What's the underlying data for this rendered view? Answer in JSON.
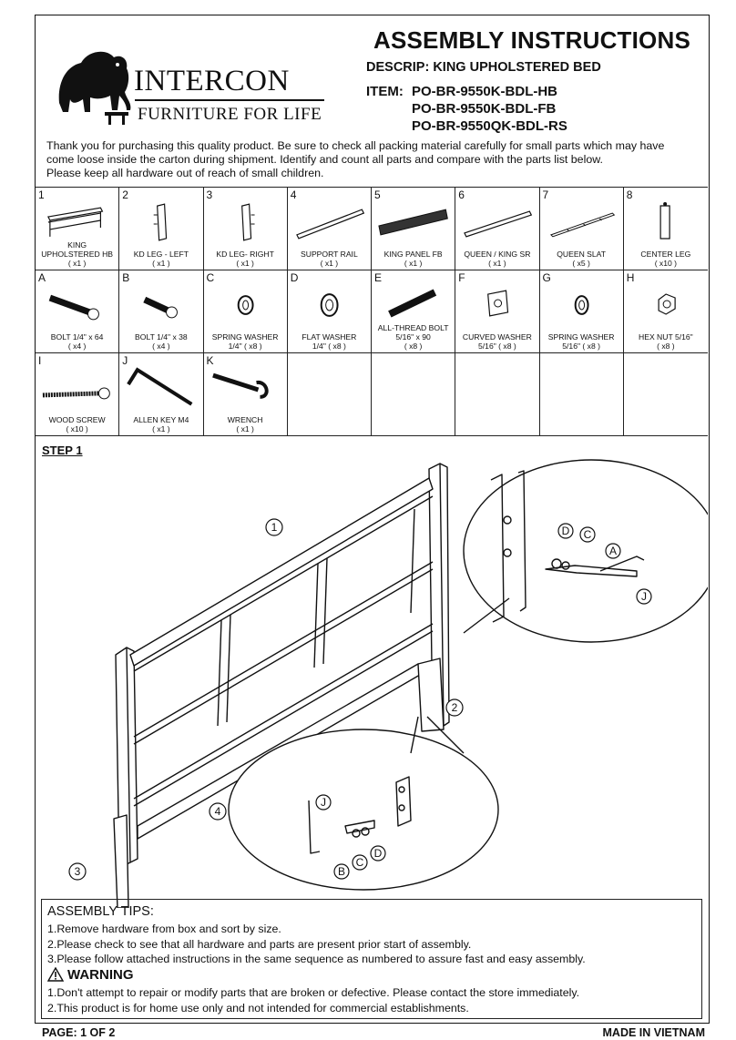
{
  "header": {
    "brand_name": "INTERCON",
    "brand_tagline": "FURNITURE FOR LIFE",
    "title": "ASSEMBLY INSTRUCTIONS",
    "description": "DESCRIP: KING UPHOLSTERED BED",
    "item_label": "ITEM:",
    "item_codes": [
      "PO-BR-9550K-BDL-HB",
      "PO-BR-9550K-BDL-FB",
      "PO-BR-9550QK-BDL-RS"
    ]
  },
  "intro": {
    "line1": "Thank you for purchasing this quality product. Be sure to check all packing material carefully for small parts which may have",
    "line2": "come loose inside the carton during shipment. Identify and count all parts and compare with the parts list below.",
    "line3": "Please keep all hardware out of reach of small children."
  },
  "parts": {
    "row1": [
      {
        "id": "1",
        "name": "KING\nUPHOLSTERED HB",
        "qty": "( x1 )",
        "icon": "headboard-icon"
      },
      {
        "id": "2",
        "name": "KD LEG - LEFT",
        "qty": "( x1 )",
        "icon": "kd-leg-left-icon"
      },
      {
        "id": "3",
        "name": "KD LEG- RIGHT",
        "qty": "( x1 )",
        "icon": "kd-leg-right-icon"
      },
      {
        "id": "4",
        "name": "SUPPORT RAIL",
        "qty": "( x1 )",
        "icon": "support-rail-icon"
      },
      {
        "id": "5",
        "name": "KING PANEL FB",
        "qty": "( x1 )",
        "icon": "panel-footboard-icon"
      },
      {
        "id": "6",
        "name": "QUEEN / KING SR",
        "qty": "( x1 )",
        "icon": "side-rail-icon"
      },
      {
        "id": "7",
        "name": "QUEEN SLAT",
        "qty": "( x5 )",
        "icon": "slat-icon"
      },
      {
        "id": "8",
        "name": "CENTER LEG",
        "qty": "( x10 )",
        "icon": "center-leg-icon"
      }
    ],
    "row2": [
      {
        "id": "A",
        "name": "BOLT  1/4\" x 64",
        "qty": "( x4 )",
        "icon": "bolt-long-icon"
      },
      {
        "id": "B",
        "name": "BOLT  1/4\" x 38",
        "qty": "( x4 )",
        "icon": "bolt-short-icon"
      },
      {
        "id": "C",
        "name": "SPRING WASHER",
        "qty": "1/4\"  ( x8 )",
        "icon": "spring-washer-icon"
      },
      {
        "id": "D",
        "name": "FLAT WASHER",
        "qty": "1/4\"  ( x8 )",
        "icon": "flat-washer-icon"
      },
      {
        "id": "E",
        "name": "ALL-THREAD BOLT\n5/16\" x 90",
        "qty": "( x8 )",
        "icon": "all-thread-bolt-icon"
      },
      {
        "id": "F",
        "name": "CURVED WASHER\n5/16\"  ( x8 )",
        "qty": "",
        "icon": "curved-washer-icon"
      },
      {
        "id": "G",
        "name": "SPRING WASHER\n5/16\"  ( x8 )",
        "qty": "",
        "icon": "spring-washer-large-icon"
      },
      {
        "id": "H",
        "name": "HEX NUT  5/16\"",
        "qty": "( x8 )",
        "icon": "hex-nut-icon"
      }
    ],
    "row3": [
      {
        "id": "I",
        "name": "WOOD SCREW",
        "qty": "( x10 )",
        "icon": "wood-screw-icon"
      },
      {
        "id": "J",
        "name": "ALLEN KEY  M4",
        "qty": "( x1 )",
        "icon": "allen-key-icon"
      },
      {
        "id": "K",
        "name": "WRENCH",
        "qty": "( x1 )",
        "icon": "wrench-icon"
      }
    ]
  },
  "step1": {
    "title": "STEP 1",
    "callouts": {
      "c1": "1",
      "c2": "2",
      "c3": "3",
      "c4": "4",
      "a": "A",
      "b": "B",
      "c": "C",
      "d1": "D",
      "d2": "D",
      "c_top": "C",
      "j1": "J",
      "j2": "J"
    }
  },
  "tips": {
    "title": "ASSEMBLY TIPS:",
    "items": [
      "1.Remove hardware from box and sort by size.",
      "2.Please check to see that all hardware and parts are present prior start of assembly.",
      "3.Please follow attached instructions in the same sequence as numbered to assure fast and easy assembly."
    ],
    "warning_title": "WARNING",
    "warnings": [
      "1.Don't attempt to repair or modify parts that are broken or defective. Please contact the store immediately.",
      "2.This product is for home use only and not intended for commercial establishments."
    ]
  },
  "footer": {
    "page": "PAGE: 1 OF 2",
    "made_in": "MADE IN VIETNAM"
  }
}
